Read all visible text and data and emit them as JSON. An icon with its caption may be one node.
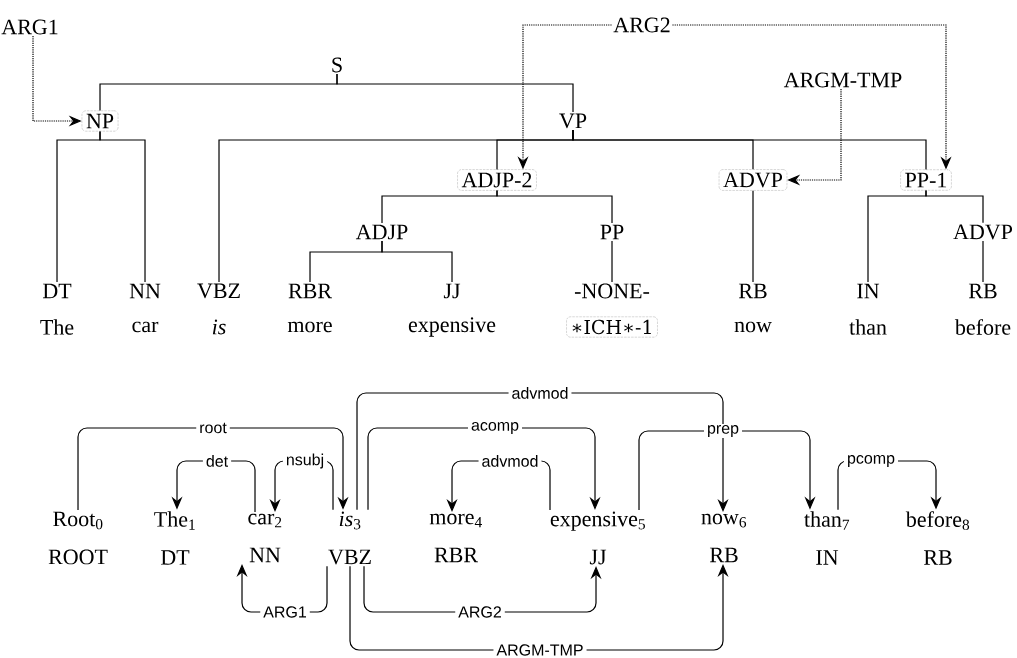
{
  "diagram": {
    "nodes": [
      {
        "text": [
          "ARG1"
        ]
      },
      {
        "text": [
          "ARG2"
        ]
      },
      {
        "text": [
          "S"
        ]
      },
      {
        "text": [
          "ARGM-TMP"
        ]
      },
      {
        "text": [
          "NP"
        ]
      },
      {
        "text": [
          "VP"
        ]
      },
      {
        "text": [
          "ADJP-2"
        ]
      },
      {
        "text": [
          "ADVP"
        ]
      },
      {
        "text": [
          "PP-1"
        ]
      },
      {
        "text": [
          "ADJP"
        ]
      },
      {
        "text": [
          "PP"
        ]
      },
      {
        "text": [
          "ADVP"
        ]
      },
      {
        "text": [
          "DT"
        ],
        "beside": [
          "The"
        ]
      },
      {
        "text": [
          "NN"
        ],
        "beside": [
          "car"
        ]
      },
      {
        "text": [
          "VBZ"
        ],
        "beside": [
          "is"
        ]
      },
      {
        "text": [
          "RBR"
        ],
        "beside": [
          "more"
        ]
      },
      {
        "text": [
          "JJ"
        ],
        "beside": [
          "expensive"
        ]
      },
      {
        "text": [
          "-NONE-"
        ]
      },
      {
        "text": [
          "RB"
        ],
        "beside": [
          "now"
        ]
      },
      {
        "text": [
          "IN"
        ],
        "beside": [
          "than"
        ]
      },
      {
        "text": [
          "RB"
        ],
        "beside": [
          "before"
        ]
      },
      {
        "text": [
          "∗ICH∗-1"
        ]
      },
      {
        "text": [
          "Root$_{0}$",
          "ROOT"
        ]
      },
      {
        "text": [
          "The$_{1}$",
          "DT"
        ]
      },
      {
        "text": [
          "car$_{2}$",
          "NN"
        ]
      },
      {
        "text": [
          "*is*$_{3}$",
          "VBZ"
        ]
      },
      {
        "text": [
          "more$_{4}$",
          "RBR"
        ]
      },
      {
        "text": [
          "expensive$_{5}$",
          "JJ"
        ]
      },
      {
        "text": [
          "now$_{6}$",
          "RB"
        ]
      },
      {
        "text": [
          "than$_{7}$",
          "IN"
        ]
      },
      {
        "text": [
          "before$_{8}$",
          "RB"
        ]
      }
    ],
    "edges": [
      {
        "from": 2,
        "to": 4,
        "arrow": "none"
      },
      {
        "from": 2,
        "to": 5,
        "arrow": "none"
      },
      {
        "from": 4,
        "to": 12,
        "arrow": "none"
      },
      {
        "from": 4,
        "to": 13,
        "arrow": "none"
      },
      {
        "from": 5,
        "to": 14,
        "arrow": "none"
      },
      {
        "from": 5,
        "to": 6,
        "arrow": "none"
      },
      {
        "from": 5,
        "to": 7,
        "arrow": "none"
      },
      {
        "from": 5,
        "to": 8,
        "arrow": "none"
      },
      {
        "from": 6,
        "to": 9,
        "arrow": "none"
      },
      {
        "from": 6,
        "to": 10,
        "arrow": "none"
      },
      {
        "from": 9,
        "to": 15,
        "arrow": "none"
      },
      {
        "from": 9,
        "to": 16,
        "arrow": "none"
      },
      {
        "from": 10,
        "to": 17,
        "arrow": "none"
      },
      {
        "from": 7,
        "to": 18,
        "arrow": "none"
      },
      {
        "from": 8,
        "to": 19,
        "arrow": "none"
      },
      {
        "from": 8,
        "to": 11,
        "arrow": "none"
      },
      {
        "from": 11,
        "to": 20,
        "arrow": "none"
      },
      {
        "from": 0,
        "to": 4,
        "arrow": "to",
        "style": "dashed"
      },
      {
        "from": 1,
        "to": 6,
        "arrow": "to",
        "style": "dashed"
      },
      {
        "from": 1,
        "to": 8,
        "arrow": "to",
        "style": "dashed"
      },
      {
        "from": 3,
        "to": 7,
        "arrow": "to",
        "style": "dashed"
      },
      {
        "from": 22,
        "to": 25,
        "arrow": "to",
        "label": "root"
      },
      {
        "from": 24,
        "to": 23,
        "arrow": "to",
        "label": "det"
      },
      {
        "from": 25,
        "to": 24,
        "arrow": "to",
        "label": "nsubj"
      },
      {
        "from": 25,
        "to": 28,
        "arrow": "to",
        "label": "advmod"
      },
      {
        "from": 25,
        "to": 27,
        "arrow": "to",
        "label": "acomp"
      },
      {
        "from": 27,
        "to": 26,
        "arrow": "to",
        "label": "advmod"
      },
      {
        "from": 27,
        "to": 29,
        "arrow": "to",
        "label": "prep"
      },
      {
        "from": 29,
        "to": 30,
        "arrow": "to",
        "label": "pcomp"
      },
      {
        "from": 25,
        "to": 24,
        "arrow": "to",
        "label": "ARG1"
      },
      {
        "from": 25,
        "to": 27,
        "arrow": "to",
        "label": "ARG2"
      },
      {
        "from": 25,
        "to": 28,
        "arrow": "to",
        "label": "ARGM-TMP"
      }
    ]
  }
}
